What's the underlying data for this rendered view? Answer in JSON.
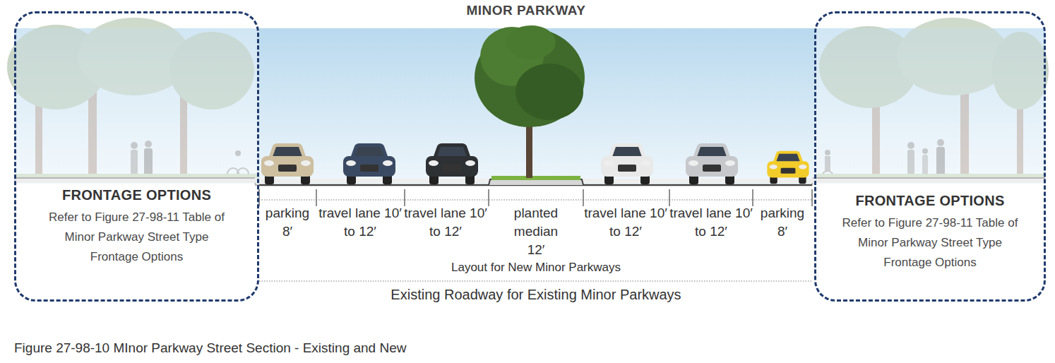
{
  "diagram": {
    "title": "MINOR PARKWAY",
    "caption": "Figure 27-98-10 MInor Parkway Street Section - Existing and New",
    "nodes": [
      {
        "text": [
          "FRONTAGE OPTIONS",
          "Refer to Figure 27-98-11 Table of Minor Parkway Street Type Frontage Options"
        ]
      },
      {
        "text": [
          "FRONTAGE OPTIONS",
          "Refer to Figure 27-98-11 Table of Minor Parkway Street Type Frontage Options"
        ]
      }
    ],
    "labels": [
      "parking 8′",
      "travel lane 10′ to 12′",
      "travel lane 10′ to 12′",
      "planted median 12′",
      "travel lane 10′ to 12′",
      "travel lane 10′ to 12′",
      "parking 8′",
      "Layout for New Minor Parkways",
      "Existing Roadway for Existing Minor Parkways"
    ]
  }
}
